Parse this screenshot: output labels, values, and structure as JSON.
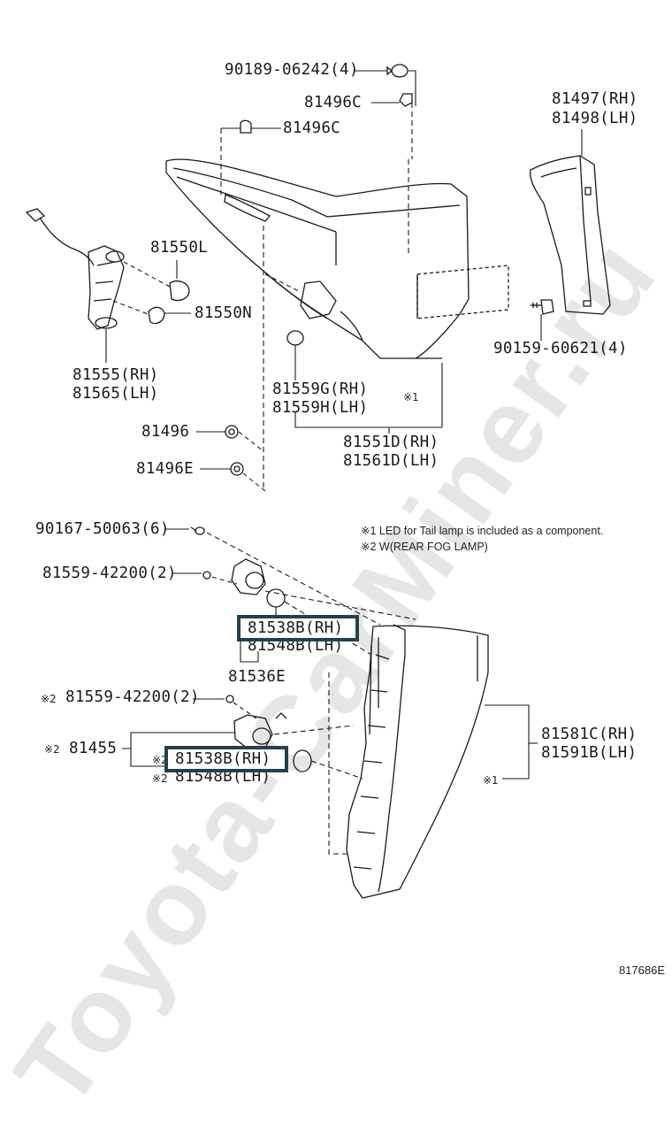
{
  "watermark": "Toyota-CarMiner.ru",
  "parts": {
    "p_90189": "90189-06242(4)",
    "p_81496C_a": "81496C",
    "p_81496C_b": "81496C",
    "p_81497": "81497(RH)",
    "p_81498": "81498(LH)",
    "p_81550L": "81550L",
    "p_81550N": "81550N",
    "p_81555": "81555(RH)",
    "p_81565": "81565(LH)",
    "p_90159": "90159-60621(4)",
    "p_81559G": "81559G(RH)",
    "p_81559H": "81559H(LH)",
    "p_81551D": "81551D(RH)",
    "p_81561D": "81561D(LH)",
    "p_81496": "81496",
    "p_81496E": "81496E",
    "p_90167": "90167-50063(6)",
    "p_81559_1": "81559-42200(2)",
    "p_81538B_1": "81538B(RH)",
    "p_81548B_1": "81548B(LH)",
    "p_81536E": "81536E",
    "p_81559_2": "81559-42200(2)",
    "p_81455": "81455",
    "p_81538B_2": "81538B(RH)",
    "p_81548B_2": "81548B(LH)",
    "p_81581C": "81581C(RH)",
    "p_81591B": "81591B(LH)"
  },
  "marks": {
    "m1_a": "※1",
    "m1_b": "※1",
    "m2_a": "※2",
    "m2_b": "※2",
    "m2_c": "※2",
    "m2_d": "※2"
  },
  "notes": {
    "note1": "※1 LED for Tail lamp is included as a component.",
    "note2": "※2 W(REAR FOG LAMP)"
  },
  "illustration_code": "817686E",
  "colors": {
    "line": "#1a1a1a",
    "highlight": "#23404f",
    "watermark": "#e6e6e6"
  }
}
